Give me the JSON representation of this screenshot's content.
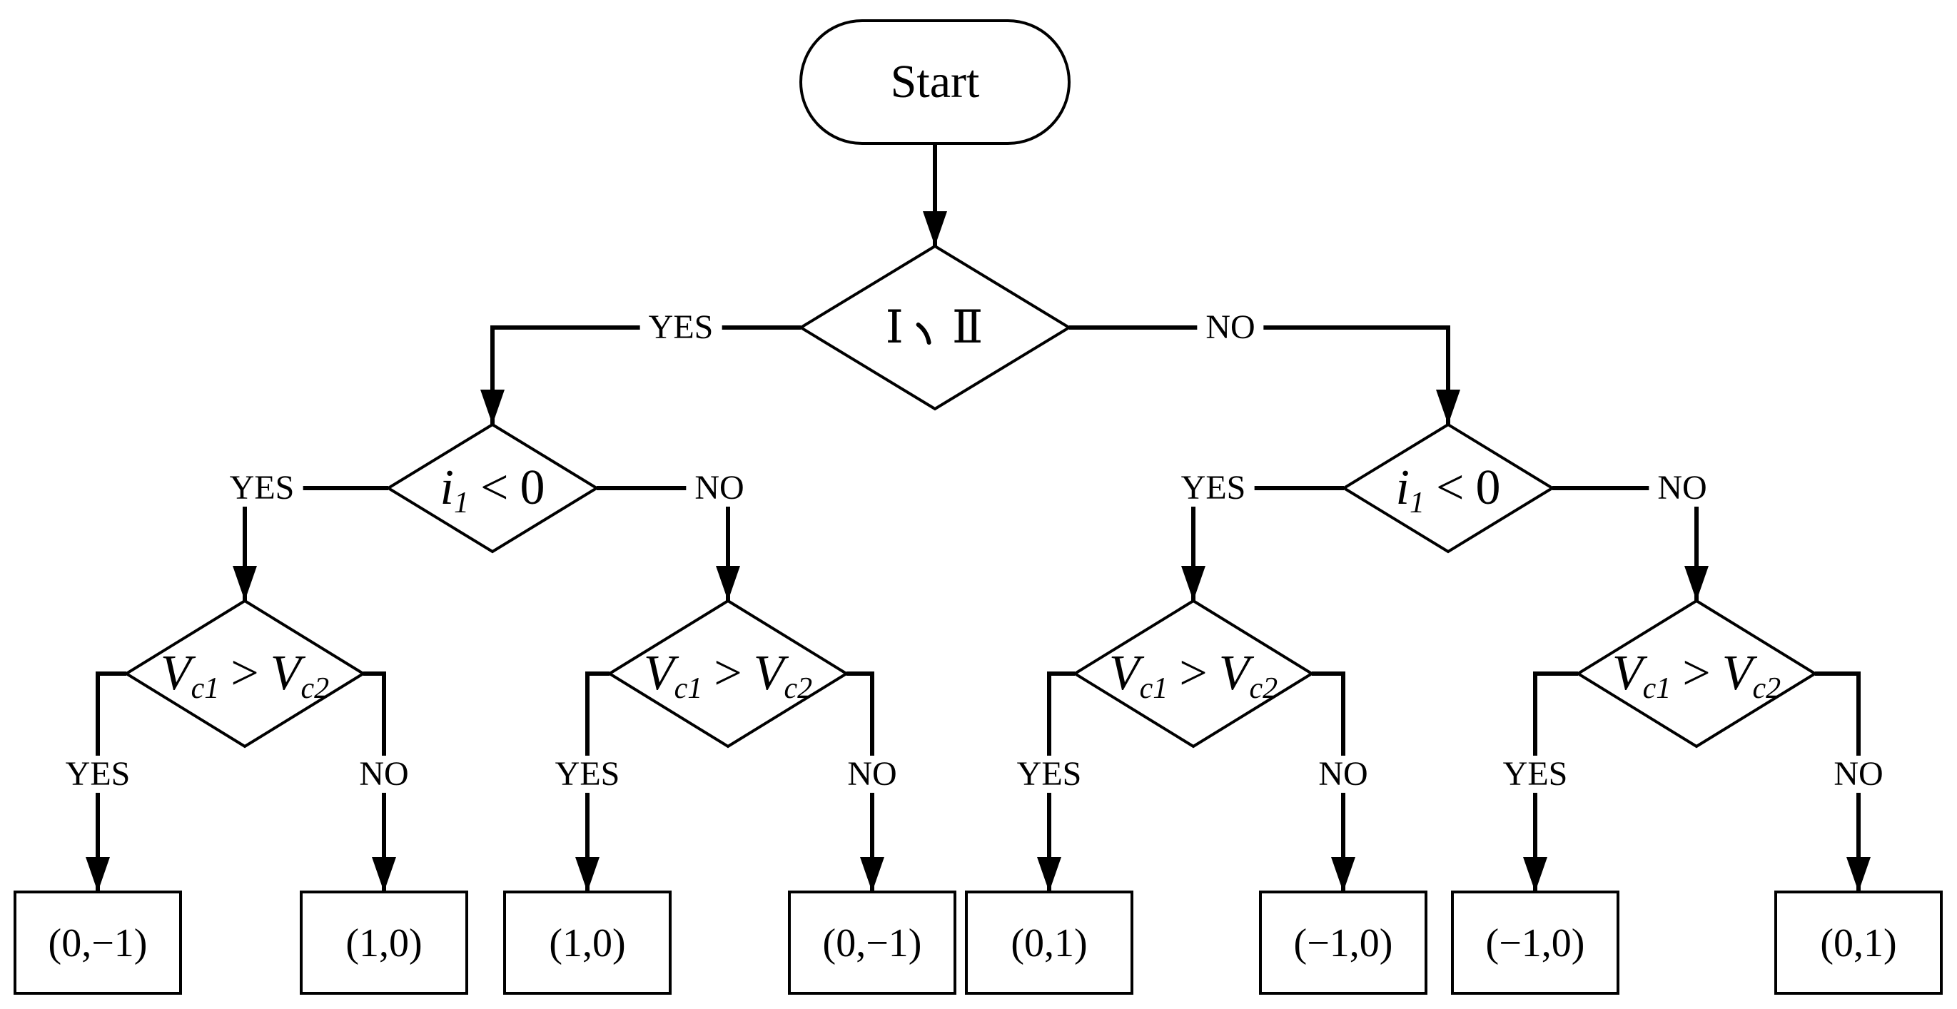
{
  "diagram": {
    "background_color": "#ffffff",
    "line_color": "#000000",
    "start": {
      "label": "Start"
    },
    "branch_labels": {
      "yes": "YES",
      "no": "NO"
    },
    "decisions": {
      "regions": {
        "label": "Ⅰ、Ⅱ",
        "parts": {
          "left": "Ⅰ",
          "comma": "、",
          "right": "Ⅱ"
        }
      },
      "current_left": {
        "label": "i1 < 0",
        "parts": {
          "base": "i",
          "sub": "1",
          "op": "<",
          "value": "0"
        }
      },
      "current_right": {
        "label": "i1 < 0",
        "parts": {
          "base": "i",
          "sub": "1",
          "op": "<",
          "value": "0"
        }
      },
      "voltage_1": {
        "label": "Vc1 > Vc2",
        "parts": {
          "base1": "V",
          "sub1": "c1",
          "op": ">",
          "base2": "V",
          "sub2": "c2"
        }
      },
      "voltage_2": {
        "label": "Vc1 > Vc2",
        "parts": {
          "base1": "V",
          "sub1": "c1",
          "op": ">",
          "base2": "V",
          "sub2": "c2"
        }
      },
      "voltage_3": {
        "label": "Vc1 > Vc2",
        "parts": {
          "base1": "V",
          "sub1": "c1",
          "op": ">",
          "base2": "V",
          "sub2": "c2"
        }
      },
      "voltage_4": {
        "label": "Vc1 > Vc2",
        "parts": {
          "base1": "V",
          "sub1": "c1",
          "op": ">",
          "base2": "V",
          "sub2": "c2"
        }
      }
    },
    "outputs": [
      "(0,−1)",
      "(1,0)",
      "(1,0)",
      "(0,−1)",
      "(0,1)",
      "(−1,0)",
      "(−1,0)",
      "(0,1)"
    ]
  }
}
